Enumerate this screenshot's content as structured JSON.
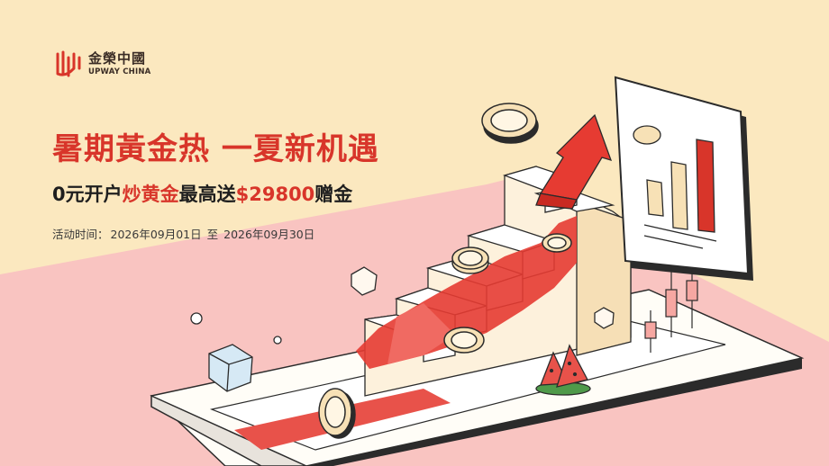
{
  "brand": {
    "name_cn": "金榮中國",
    "name_en": "UPWAY CHINA"
  },
  "headline": "暑期黃金热 一夏新机遇",
  "subheadline": {
    "part1": "0元开户",
    "part2": "炒黄金",
    "part3": "最高送",
    "amount": "$29800",
    "part4": "赠金"
  },
  "period": {
    "label": "活动时间：",
    "start": "2026年09月01日",
    "separator": "至",
    "end": "2026年09月30日"
  },
  "colors": {
    "accent": "#d8352a",
    "background": "#fbe8bf",
    "pink": "#f9c4c1"
  }
}
